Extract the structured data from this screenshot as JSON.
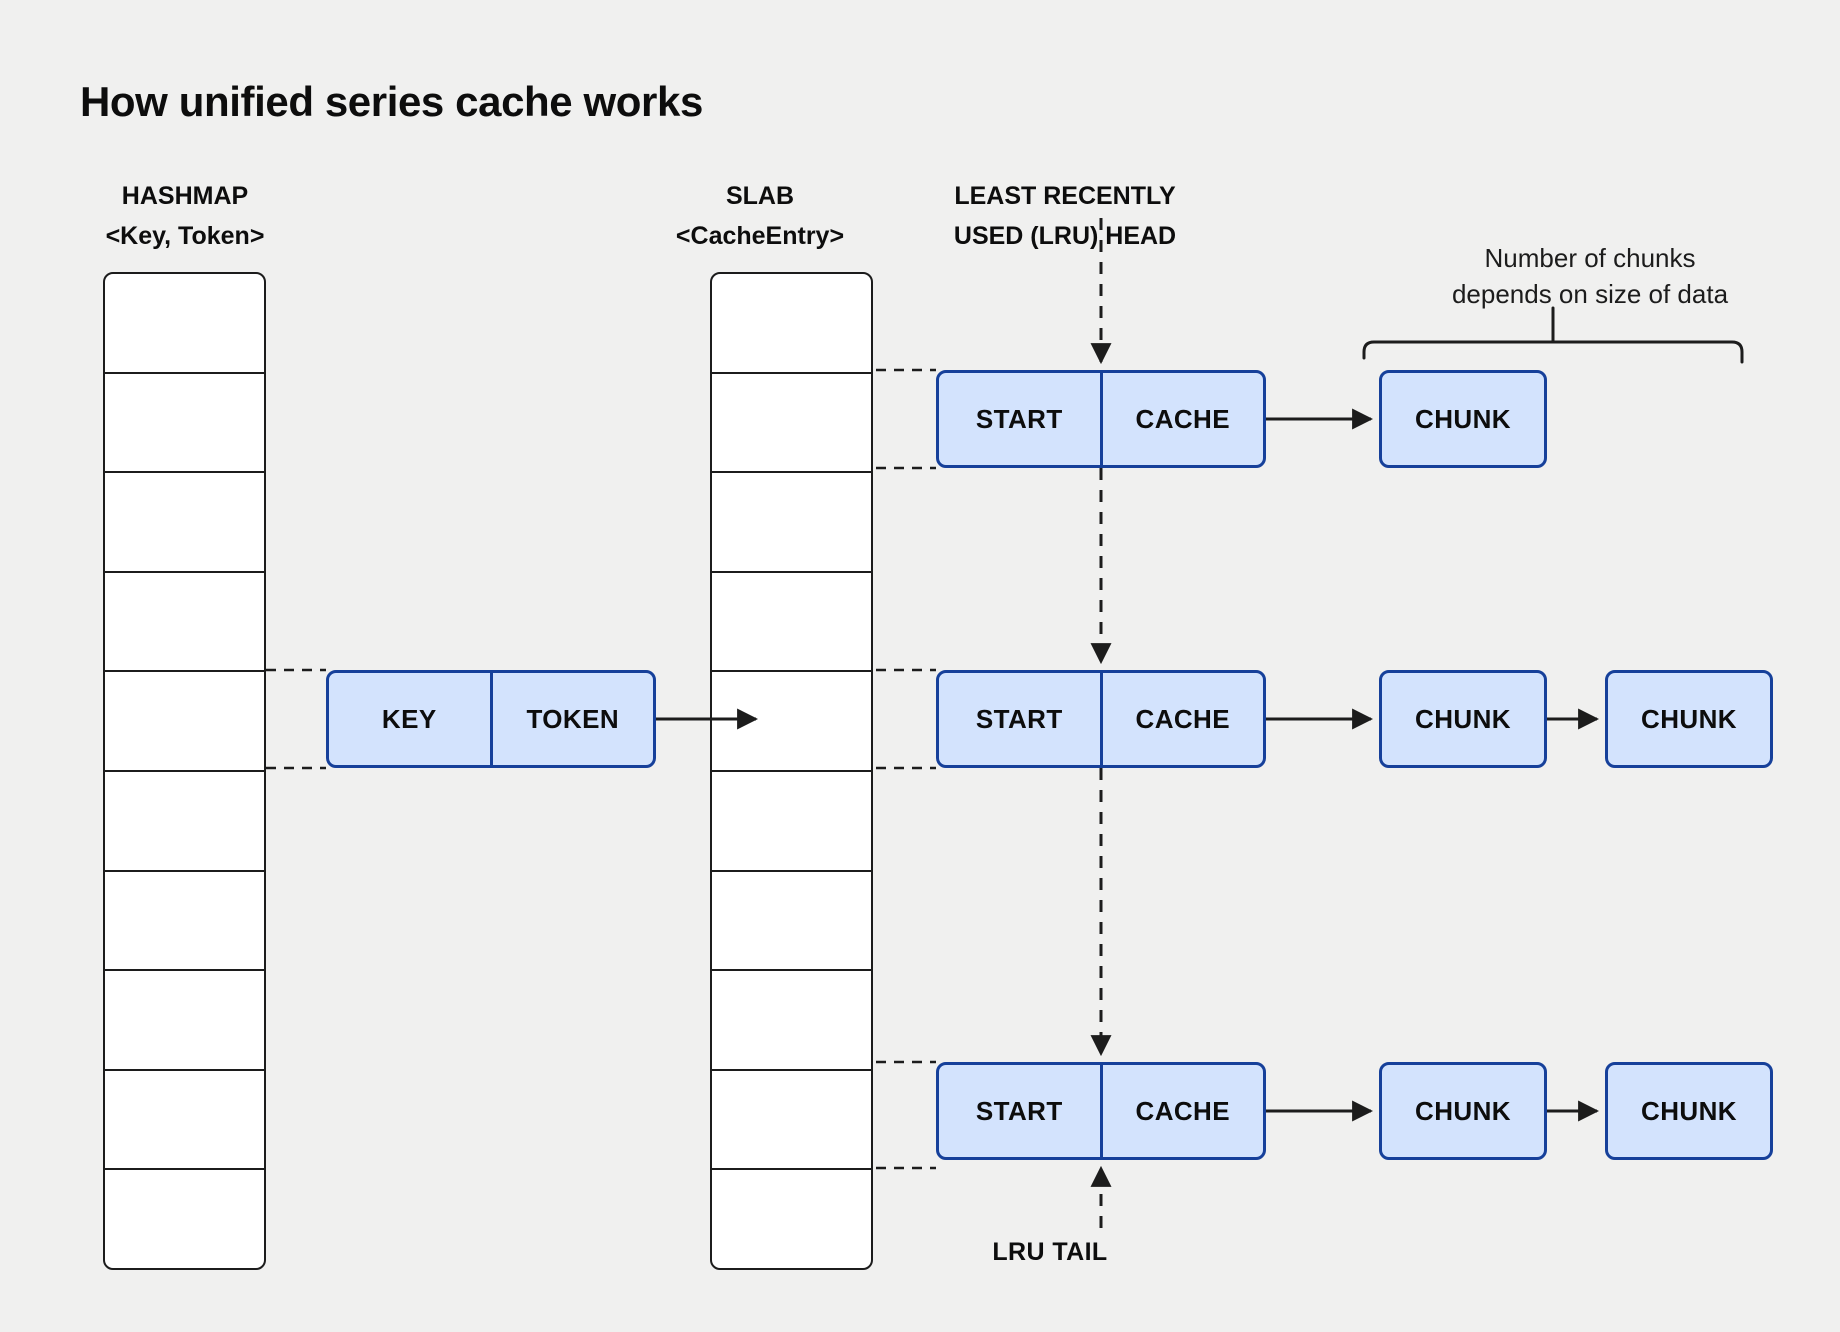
{
  "title": "How unified series cache works",
  "background_color": "#f0f0ef",
  "colors": {
    "node_fill": "#d3e3fd",
    "node_border": "#16409a",
    "line": "#1c1c1c",
    "text": "#0d0d0d"
  },
  "columns": {
    "hashmap": {
      "header_line1": "HASHMAP",
      "header_line2": "<Key, Token>",
      "cell_count": 10
    },
    "slab": {
      "header_line1": "SLAB",
      "header_line2": "<CacheEntry>",
      "cell_count": 10
    }
  },
  "lru": {
    "head_label_line1": "LEAST RECENTLY",
    "head_label_line2": "USED (LRU) HEAD",
    "tail_label": "LRU TAIL"
  },
  "annotation": {
    "chunks_note_line1": "Number of chunks",
    "chunks_note_line2": "depends on size of data"
  },
  "hashmap_entry": {
    "key_label": "KEY",
    "token_label": "TOKEN"
  },
  "entries": [
    {
      "start_label": "START",
      "cache_label": "CACHE",
      "chunks": [
        "CHUNK"
      ]
    },
    {
      "start_label": "START",
      "cache_label": "CACHE",
      "chunks": [
        "CHUNK",
        "CHUNK"
      ]
    },
    {
      "start_label": "START",
      "cache_label": "CACHE",
      "chunks": [
        "CHUNK",
        "CHUNK"
      ]
    }
  ]
}
